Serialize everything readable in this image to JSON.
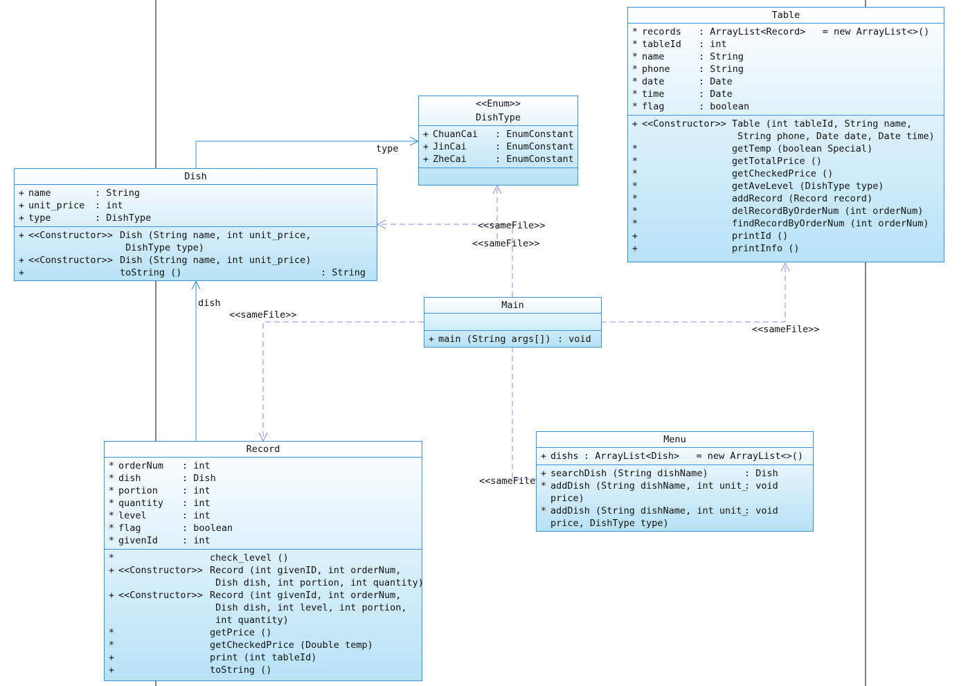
{
  "classes": {
    "table": {
      "name": "Table",
      "attributes": [
        {
          "vis": "*",
          "name": "records",
          "type": ": ArrayList<Record>   = new ArrayList<>()"
        },
        {
          "vis": "*",
          "name": "tableId",
          "type": ": int"
        },
        {
          "vis": "*",
          "name": "name",
          "type": ": String"
        },
        {
          "vis": "*",
          "name": "phone",
          "type": ": String"
        },
        {
          "vis": "*",
          "name": "date",
          "type": ": Date"
        },
        {
          "vis": "*",
          "name": "time",
          "type": ": Date"
        },
        {
          "vis": "*",
          "name": "flag",
          "type": ": boolean"
        }
      ],
      "methods": [
        {
          "vis": "+",
          "stereo": "<<Constructor>>",
          "sig": "Table (int tableId, String name,\n String phone, Date date, Date time)"
        },
        {
          "vis": "*",
          "stereo": "",
          "sig": "getTemp (boolean Special)"
        },
        {
          "vis": "*",
          "stereo": "",
          "sig": "getTotalPrice ()"
        },
        {
          "vis": "*",
          "stereo": "",
          "sig": "getCheckedPrice ()"
        },
        {
          "vis": "*",
          "stereo": "",
          "sig": "getAveLevel (DishType type)"
        },
        {
          "vis": "*",
          "stereo": "",
          "sig": "addRecord (Record record)"
        },
        {
          "vis": "*",
          "stereo": "",
          "sig": "delRecordByOrderNum (int orderNum)"
        },
        {
          "vis": "*",
          "stereo": "",
          "sig": "findRecordByOrderNum (int orderNum)"
        },
        {
          "vis": "+",
          "stereo": "",
          "sig": "printId ()"
        },
        {
          "vis": "+",
          "stereo": "",
          "sig": "printInfo ()"
        }
      ]
    },
    "dishtype": {
      "stereotype": "<<Enum>>",
      "name": "DishType",
      "attributes": [
        {
          "vis": "+",
          "name": "ChuanCai",
          "type": ": EnumConstant"
        },
        {
          "vis": "+",
          "name": "JinCai",
          "type": ": EnumConstant"
        },
        {
          "vis": "+",
          "name": "ZheCai",
          "type": ": EnumConstant"
        }
      ]
    },
    "dish": {
      "name": "Dish",
      "attributes": [
        {
          "vis": "+",
          "name": "name",
          "type": ": String"
        },
        {
          "vis": "+",
          "name": "unit_price",
          "type": ": int"
        },
        {
          "vis": "+",
          "name": "type",
          "type": ": DishType"
        }
      ],
      "methods": [
        {
          "vis": "+",
          "stereo": "<<Constructor>>",
          "sig": "Dish (String name, int unit_price,\n DishType type)",
          "ret": ""
        },
        {
          "vis": "+",
          "stereo": "<<Constructor>>",
          "sig": "Dish (String name, int unit_price)",
          "ret": ""
        },
        {
          "vis": "+",
          "stereo": "",
          "sig": "toString ()",
          "ret": ": String"
        }
      ]
    },
    "main": {
      "name": "Main",
      "methods": [
        {
          "vis": "+",
          "sig": "main (String args[])",
          "ret": ": void"
        }
      ]
    },
    "menu": {
      "name": "Menu",
      "attributes": [
        {
          "vis": "+",
          "name": "dishs",
          "type": ": ArrayList<Dish>   = new ArrayList<>()"
        }
      ],
      "methods": [
        {
          "vis": "+",
          "sig": "searchDish (String dishName)",
          "ret": ": Dish"
        },
        {
          "vis": "*",
          "sig": "addDish (String dishName, int unit_\nprice)",
          "ret": ": void"
        },
        {
          "vis": "*",
          "sig": "addDish (String dishName, int unit_\nprice, DishType type)",
          "ret": ": void"
        }
      ]
    },
    "record": {
      "name": "Record",
      "attributes": [
        {
          "vis": "*",
          "name": "orderNum",
          "type": ": int"
        },
        {
          "vis": "*",
          "name": "dish",
          "type": ": Dish"
        },
        {
          "vis": "*",
          "name": "portion",
          "type": ": int"
        },
        {
          "vis": "*",
          "name": "quantity",
          "type": ": int"
        },
        {
          "vis": "*",
          "name": "level",
          "type": ": int"
        },
        {
          "vis": "*",
          "name": "flag",
          "type": ": boolean"
        },
        {
          "vis": "*",
          "name": "givenId",
          "type": ": int"
        }
      ],
      "methods": [
        {
          "vis": "*",
          "stereo": "",
          "sig": "check_level ()"
        },
        {
          "vis": "+",
          "stereo": "<<Constructor>>",
          "sig": "Record (int givenID, int orderNum,\n Dish dish, int portion, int quantity)"
        },
        {
          "vis": "+",
          "stereo": "<<Constructor>>",
          "sig": "Record (int givenId, int orderNum,\n Dish dish, int level, int portion,\n int quantity)"
        },
        {
          "vis": "*",
          "stereo": "",
          "sig": "getPrice ()"
        },
        {
          "vis": "*",
          "stereo": "",
          "sig": "getCheckedPrice (Double temp)"
        },
        {
          "vis": "+",
          "stereo": "",
          "sig": "print (int tableId)"
        },
        {
          "vis": "+",
          "stereo": "",
          "sig": "toString ()"
        }
      ]
    }
  },
  "labels": {
    "type_assoc": "type",
    "dish_assoc": "dish",
    "samefile_1": "<<sameFile>>",
    "samefile_2": "<<sameFile>>",
    "samefile_3": "<<sameFile>>",
    "samefile_4": "<<sameFile>>",
    "samefile_5": "<<sameFile"
  },
  "colors": {
    "class_border": "#3a8fd0",
    "association_line": "#3a8fd0",
    "dependency_line": "#8a8ae0",
    "frame_line": "#000000"
  }
}
